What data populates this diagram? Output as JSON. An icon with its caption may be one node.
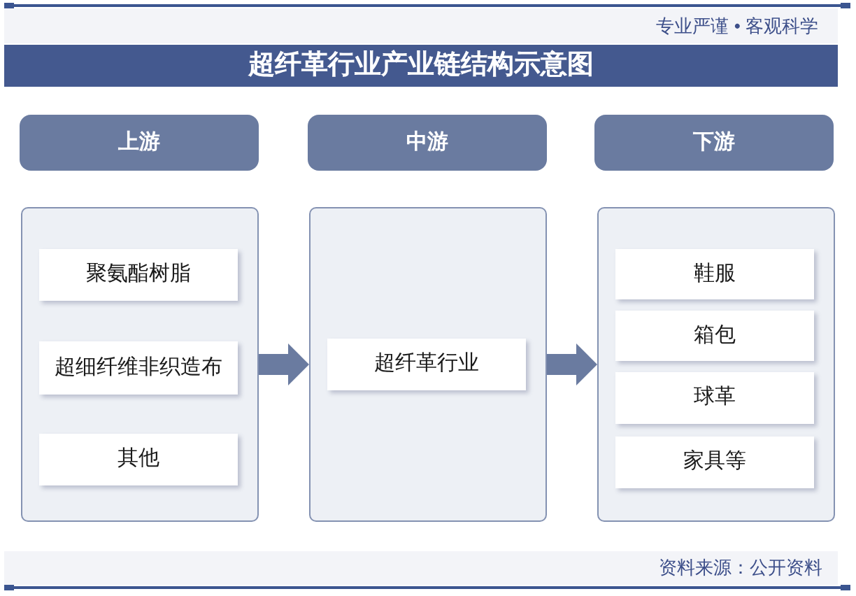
{
  "diagram": {
    "title": "超纤革行业产业链结构示意图",
    "nodes": [
      {
        "text": [
          "上游"
        ]
      },
      {
        "text": [
          "中游"
        ]
      },
      {
        "text": [
          "下游"
        ]
      },
      {
        "text": [],
        "shape": "box"
      },
      {
        "text": [
          "聚氨酯树脂"
        ],
        "in": 3
      },
      {
        "text": [
          "超细纤维非织造布"
        ],
        "in": 3
      },
      {
        "text": [
          "其他"
        ],
        "in": 3
      },
      {
        "text": [],
        "shape": "box"
      },
      {
        "text": [
          "超纤革行业"
        ],
        "in": 7
      },
      {
        "text": [],
        "shape": "box"
      },
      {
        "text": [
          "鞋服"
        ],
        "in": 9
      },
      {
        "text": [
          "箱包"
        ],
        "in": 9
      },
      {
        "text": [
          "球革"
        ],
        "in": 9
      },
      {
        "text": [
          "家具等"
        ],
        "in": 9
      }
    ],
    "edges": [
      {
        "from": 3,
        "to": 7,
        "arrow": "to"
      },
      {
        "from": 7,
        "to": 9,
        "arrow": "to"
      }
    ],
    "labels": [
      "专业严谨 • 客观科学",
      "资料来源：公开资料"
    ]
  }
}
